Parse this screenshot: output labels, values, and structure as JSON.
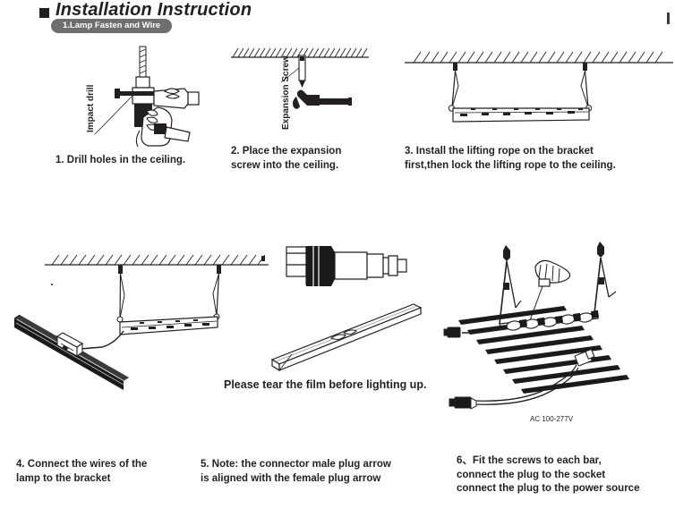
{
  "header": {
    "bullet_icon": "square-bullet-icon",
    "title": "Installation Instruction",
    "section_badge": "1.Lamp Fasten and Wire"
  },
  "steps": [
    {
      "id": "step-1",
      "number": "1.",
      "caption": "1. Drill holes in the ceiling.",
      "annotation": "Impact drill",
      "illustration": "impact-drill-illustration"
    },
    {
      "id": "step-2",
      "number": "2.",
      "caption": "2. Place the expansion\n screw into the ceiling.",
      "annotation": "Expansion Screw",
      "illustration": "hammer-and-expansion-screw-illustration"
    },
    {
      "id": "step-3",
      "number": "3.",
      "caption": "3. Install the lifting rope on the bracket\nfirst,then lock the lifting rope to the ceiling.",
      "annotation": "",
      "illustration": "bracket-hung-from-ceiling-illustration"
    },
    {
      "id": "step-4",
      "number": "4.",
      "caption": "4. Connect the wires of the\n    lamp to the bracket",
      "annotation": "",
      "illustration": "lamp-bar-wired-to-bracket-illustration"
    },
    {
      "id": "step-5",
      "number": "5.",
      "caption": "5. Note: the connector male plug arrow\n    is aligned with the female plug arrow",
      "annotation": "Please tear the film before lighting up.",
      "illustration": "connector-and-lamp-bar-film-illustration"
    },
    {
      "id": "step-6",
      "number": "6.",
      "caption": "6、Fit the screws to each bar,\nconnect the plug to the socket\nconnect the plug to the power source",
      "annotation": "AC 100-277V",
      "illustration": "eight-bar-fixture-with-power-cord-illustration"
    }
  ],
  "labels": {
    "impact_drill": "Impact drill",
    "expansion_screw": "Expansion Screw",
    "tear_film": "Please tear the film before lighting up.",
    "voltage": "AC 100-277V"
  },
  "colors": {
    "ink": "#231f20",
    "badge_bg": "#6e6e6e",
    "badge_text": "#ffffff",
    "page_bg": "#ffffff",
    "bar_dark": "#1a1a1a",
    "metal_gray": "#8c8c8c"
  }
}
